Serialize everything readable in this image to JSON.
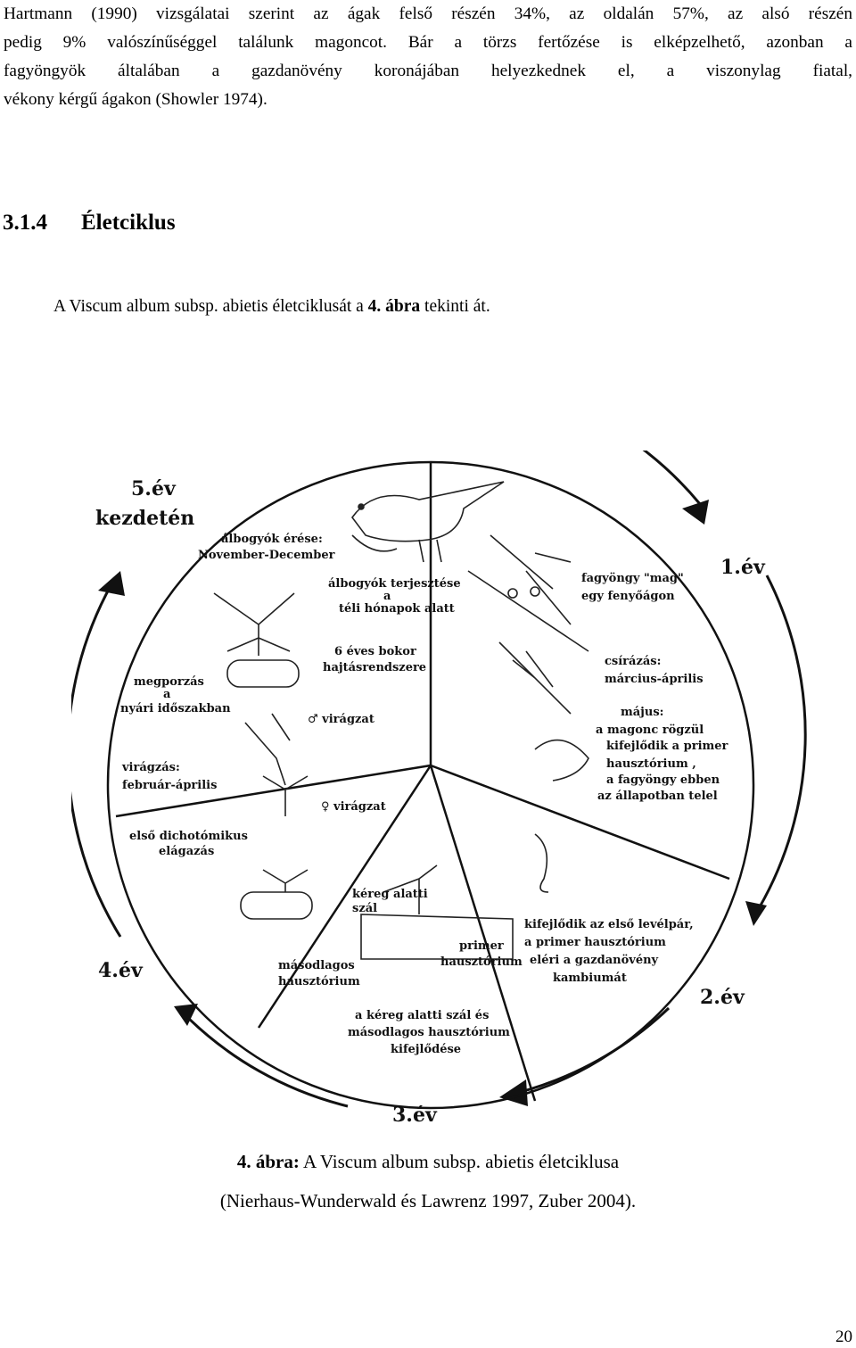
{
  "paragraph": {
    "lines": [
      "Hartmann (1990) vizsgálatai szerint az ágak felső részén 34%, az oldalán 57%, az alsó részén",
      "pedig 9% valószínűséggel találunk magoncot. Bár a törzs fertőzése is elképzelhető, azonban a",
      "fagyöngyök általában a gazdanövény koronájában helyezkednek el, a viszonylag fiatal,",
      "vékony kérgű ágakon (Showler 1974)."
    ]
  },
  "section": {
    "number": "3.1.4",
    "title": "Életciklus"
  },
  "intro": {
    "text_before": "A Viscum album subsp. abietis életciklusát a ",
    "bold": "4. ábra",
    "text_after": " tekinti át."
  },
  "figure": {
    "year_labels": {
      "year5_line1": "5.év",
      "year5_line2": "kezdetén",
      "year1": "1.év",
      "year2": "2.év",
      "year3": "3.év",
      "year4": "4.év"
    },
    "annotations": {
      "ripening_1": "álbogyók érése:",
      "ripening_2": "November-December",
      "spread_1": "álbogyók terjesztése",
      "spread_2": "a",
      "spread_3": "téli hónapok alatt",
      "seed_1": "fagyöngy \"mag\"",
      "seed_2": "egy fenyőágon",
      "bush_1": "6 éves bokor",
      "bush_2": "hajtásrendszere",
      "germ_1": "csírázás:",
      "germ_2": "március-április",
      "poll_1": "megporzás",
      "poll_2": "a",
      "poll_3": "nyári időszakban",
      "male": "♂ virágzat",
      "may_1": "május:",
      "may_2": "a magonc rögzül",
      "may_3": "kifejlődik a primer",
      "may_4": "hausztórium ,",
      "may_5": "a fagyöngy ebben",
      "may_6": "az állapotban telel",
      "flower_1": "virágzás:",
      "flower_2": "február-április",
      "female": "♀ virágzat",
      "dich_1": "első dichotómikus",
      "dich_2": "elágazás",
      "cortex_1": "kéreg alatti",
      "cortex_2": "szál",
      "leaf_1": "kifejlődik az első levélpár,",
      "leaf_2": "a primer hausztórium",
      "leaf_3": "eléri a gazdanövény",
      "leaf_4": "kambiumát",
      "primer_1": "primer",
      "primer_2": "hausztórium",
      "second_1": "másodlagos",
      "second_2": "hausztórium",
      "bottom_1": "a kéreg alatti szál és",
      "bottom_2": "másodlagos hausztórium",
      "bottom_3": "kifejlődése"
    }
  },
  "caption": {
    "bold": "4. ábra:",
    "line1_rest": " A Viscum album subsp. abietis életciklusa",
    "line2": "(Nierhaus-Wunderwald és Lawrenz 1997, Zuber 2004)."
  },
  "page_number": "20"
}
